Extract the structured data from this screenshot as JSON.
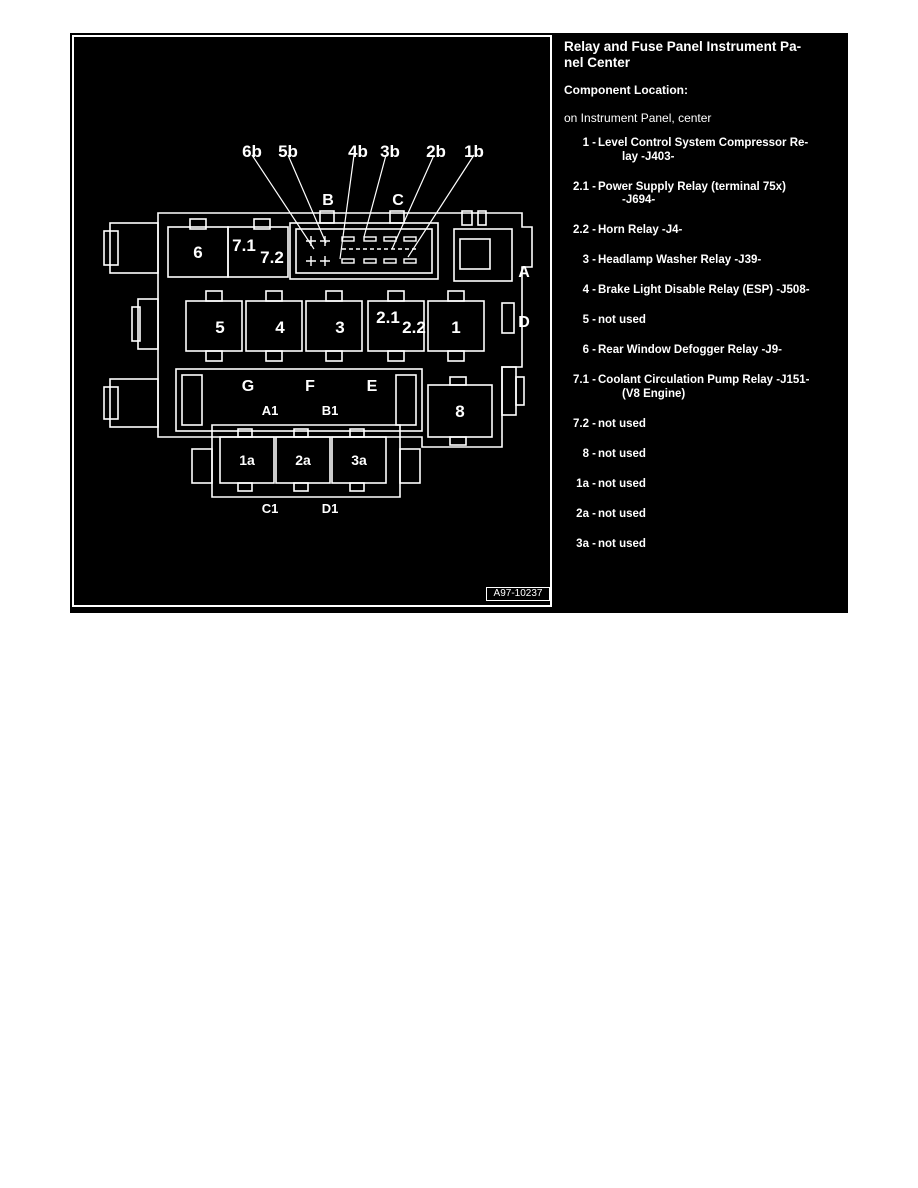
{
  "figure": {
    "id": "A97-10237",
    "title": "Relay and Fuse Panel Instrument Pa-\nnel Center",
    "title_lines": [
      "Relay and Fuse Panel Instrument Pa-",
      "nel Center"
    ],
    "component_heading": "Component Location:",
    "location": "on Instrument Panel, center",
    "legend": [
      {
        "num": "1 -",
        "lines": [
          "Level Control System Compressor Re-",
          "lay -J403-"
        ]
      },
      {
        "num": "2.1 -",
        "lines": [
          "Power Supply Relay (terminal 75x)",
          "-J694-"
        ]
      },
      {
        "num": "2.2 -",
        "lines": [
          "Horn Relay -J4-"
        ]
      },
      {
        "num": "3 -",
        "lines": [
          "Headlamp Washer Relay -J39-"
        ]
      },
      {
        "num": "4 -",
        "lines": [
          "Brake Light Disable Relay (ESP) -J508-"
        ]
      },
      {
        "num": "5 -",
        "lines": [
          "not used"
        ]
      },
      {
        "num": "6 -",
        "lines": [
          "Rear Window Defogger Relay -J9-"
        ]
      },
      {
        "num": "7.1 -",
        "lines": [
          "Coolant Circulation Pump Relay -J151-",
          "(V8 Engine)"
        ]
      },
      {
        "num": "7.2 -",
        "lines": [
          "not used"
        ]
      },
      {
        "num": "8 -",
        "lines": [
          "not used"
        ]
      },
      {
        "num": "1a -",
        "lines": [
          "not used"
        ]
      },
      {
        "num": "2a -",
        "lines": [
          "not used"
        ]
      },
      {
        "num": "3a -",
        "lines": [
          "not used"
        ]
      }
    ]
  },
  "diagram_labels": {
    "top_callouts": [
      "6b",
      "5b",
      "4b",
      "3b",
      "2b",
      "1b"
    ],
    "connectors": [
      "B",
      "C",
      "A",
      "D",
      "G",
      "F",
      "E",
      "A1",
      "B1",
      "C1",
      "D1"
    ],
    "relays": [
      "6",
      "7.1",
      "7.2",
      "5",
      "4",
      "3",
      "2.1",
      "2.2",
      "1",
      "8",
      "1a",
      "2a",
      "3a"
    ]
  }
}
